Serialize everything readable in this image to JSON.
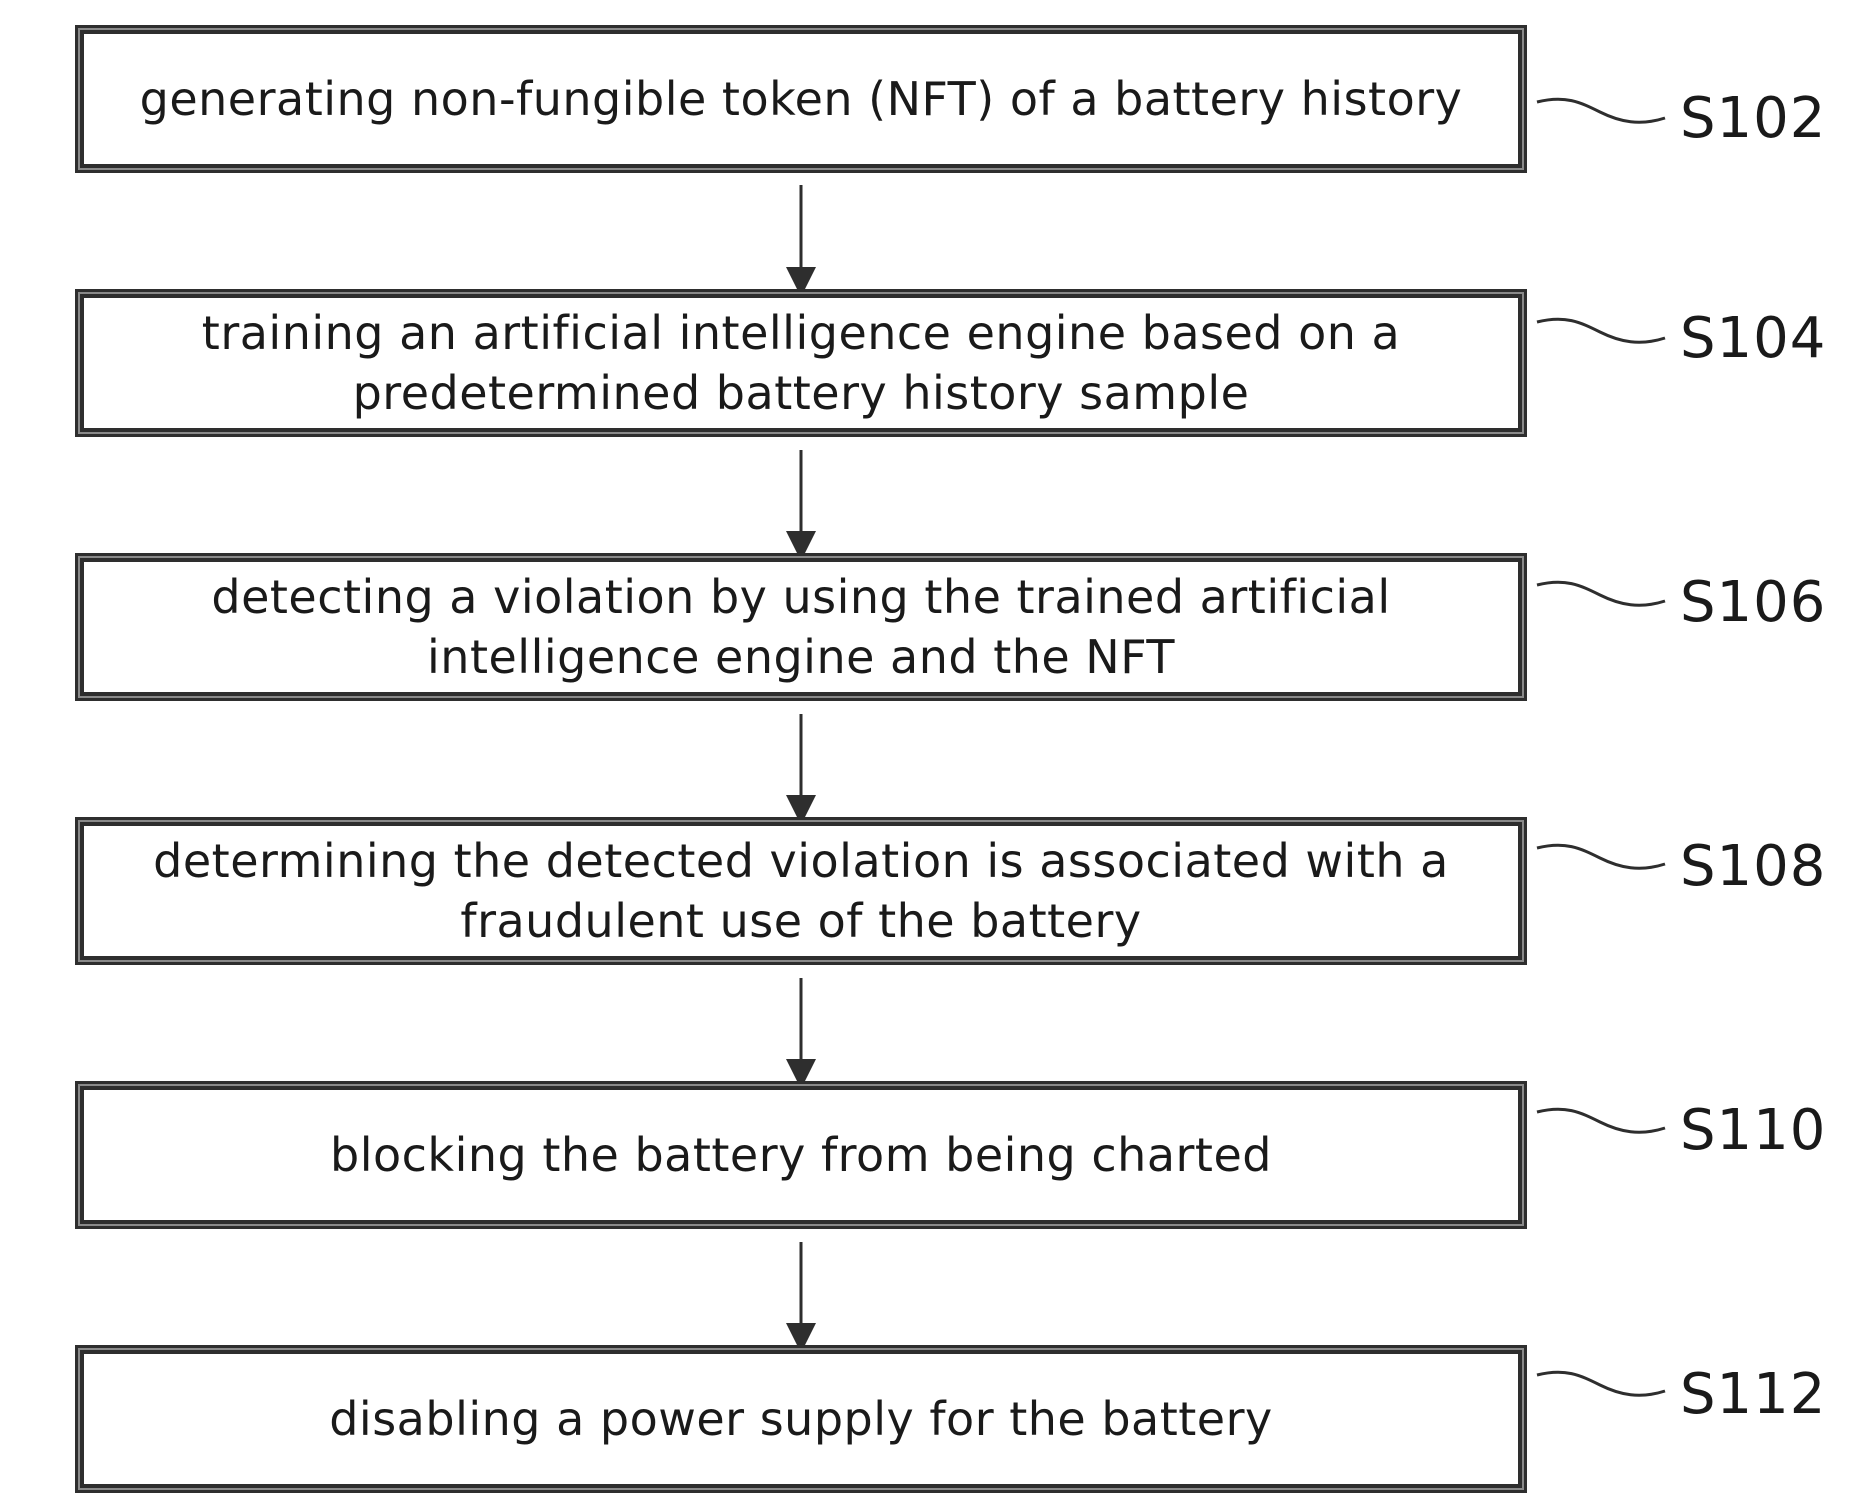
{
  "flowchart": {
    "steps": [
      {
        "label": "S102",
        "text": "generating non-fungible token (NFT) of a battery history"
      },
      {
        "label": "S104",
        "text": "training an artificial intelligence engine based on a predetermined battery history sample"
      },
      {
        "label": "S106",
        "text": "detecting a violation by using the trained artificial intelligence engine and the NFT"
      },
      {
        "label": "S108",
        "text": "determining the detected violation is associated with a fraudulent use of the battery"
      },
      {
        "label": "S110",
        "text": "blocking the battery from being charted"
      },
      {
        "label": "S112",
        "text": "disabling a power supply for the battery"
      }
    ]
  },
  "colors": {
    "line": "#2e2e2e",
    "text": "#1a1a1a",
    "background": "#ffffff"
  }
}
